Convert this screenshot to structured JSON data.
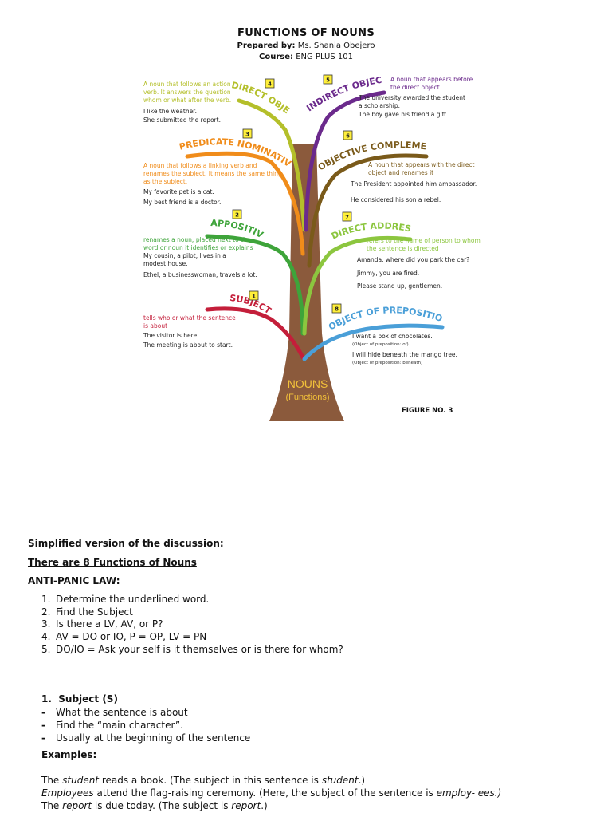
{
  "doc": {
    "title": "FUNCTIONS OF NOUNS",
    "prepared_label": "Prepared by:",
    "prepared_value": " Ms. Shania Obejero",
    "course_label": "Course:",
    "course_value": " ENG PLUS 101"
  },
  "tree": {
    "trunk_label_1": "NOUNS",
    "trunk_label_2": "(Functions)",
    "figure_caption": "FIGURE NO. 3",
    "colors": {
      "trunk": "#8b5a3c",
      "trunk_label": "#f3c23a",
      "direct_object": "#b4bf2a",
      "indirect_object": "#6b2a8c",
      "predicate_nominative": "#f08c1a",
      "objective_complement": "#7a5a1a",
      "appositive": "#3ea43a",
      "direct_address": "#8cc63f",
      "subject": "#c41e3a",
      "object_of_preposition": "#4a9fd8"
    },
    "branches": {
      "direct_object": {
        "num": "4",
        "label": "DIRECT OBJECT",
        "def": [
          "A noun that follows an action",
          "verb. It answers the question",
          "whom or what after the verb."
        ],
        "ex": [
          "I like the weather.",
          "She submitted the report."
        ]
      },
      "indirect_object": {
        "num": "5",
        "label": "INDIRECT OBJECT",
        "def": [
          "A noun that appears before",
          "the direct object"
        ],
        "ex": [
          "The university awarded the student",
          "a scholarship.",
          "The boy gave his friend a gift."
        ]
      },
      "predicate_nominative": {
        "num": "3",
        "label": "PREDICATE NOMINATIVE",
        "def": [
          "A noun that follows a linking verb and",
          "renames the subject. It means the same thing",
          "as the subject."
        ],
        "ex": [
          "My favorite pet is a cat.",
          "My best friend is a doctor."
        ]
      },
      "objective_complement": {
        "num": "6",
        "label": "OBJECTIVE COMPLEMENT",
        "def": [
          "A noun that appears with the direct",
          "object and renames it"
        ],
        "ex": [
          "The President appointed him ambassador.",
          "He considered his son a rebel."
        ]
      },
      "appositive": {
        "num": "2",
        "label": "APPOSITIVE",
        "def": [
          "renames a noun; placed next to the",
          "word or noun it identifies or explains"
        ],
        "ex": [
          "My cousin, a pilot, lives in a",
          "modest house.",
          "Ethel, a businesswoman, travels a lot."
        ]
      },
      "direct_address": {
        "num": "7",
        "label": "DIRECT ADDRESS",
        "def": [
          "refers to the name of person to whom",
          "the sentence is directed"
        ],
        "ex": [
          "Amanda, where did you park the car?",
          "Jimmy, you are fired.",
          "Please stand up, gentlemen."
        ]
      },
      "subject": {
        "num": "1",
        "label": "SUBJECT",
        "def": [
          "tells who or what the sentence",
          "is about"
        ],
        "ex": [
          "The visitor is here.",
          "The meeting is about to start."
        ]
      },
      "object_of_preposition": {
        "num": "8",
        "label": "OBJECT OF PREPOSITION",
        "ex": [
          "I want a box of chocolates.",
          "(Object of preposition: of)",
          "I will hide beneath the mango tree.",
          "(Object of preposition: beneath)"
        ]
      }
    }
  },
  "content": {
    "simplified_heading": "Simplified version of the discussion:",
    "eight_functions": "There are 8 Functions of Nouns",
    "anti_panic": "ANTI-PANIC LAW:",
    "steps": [
      "Determine the underlined word.",
      "Find the Subject",
      "Is there a LV, AV, or P?",
      "AV = DO or IO, P = OP, LV = PN",
      "DO/IO = Ask your self is it themselves or is there for whom?"
    ],
    "section1_title": "Subject (S)",
    "section1_bullets": [
      "What the sentence is about",
      "Find the “main character”.",
      "Usually at the beginning of the sentence"
    ],
    "examples_label": "Examples:",
    "ex1": {
      "a": "The ",
      "b": "student",
      "c": " reads a book. (The subject in this sentence is ",
      "d": "student",
      "e": ".)"
    },
    "ex2": {
      "a": "Employees",
      "b": " attend the flag-raising ceremony. (Here, the subject of the sentence is ",
      "c": "employ- ees.)"
    },
    "ex3": {
      "a": "The ",
      "b": "report",
      "c": " is due today. (The subject is ",
      "d": "report",
      "e": ".)"
    }
  }
}
